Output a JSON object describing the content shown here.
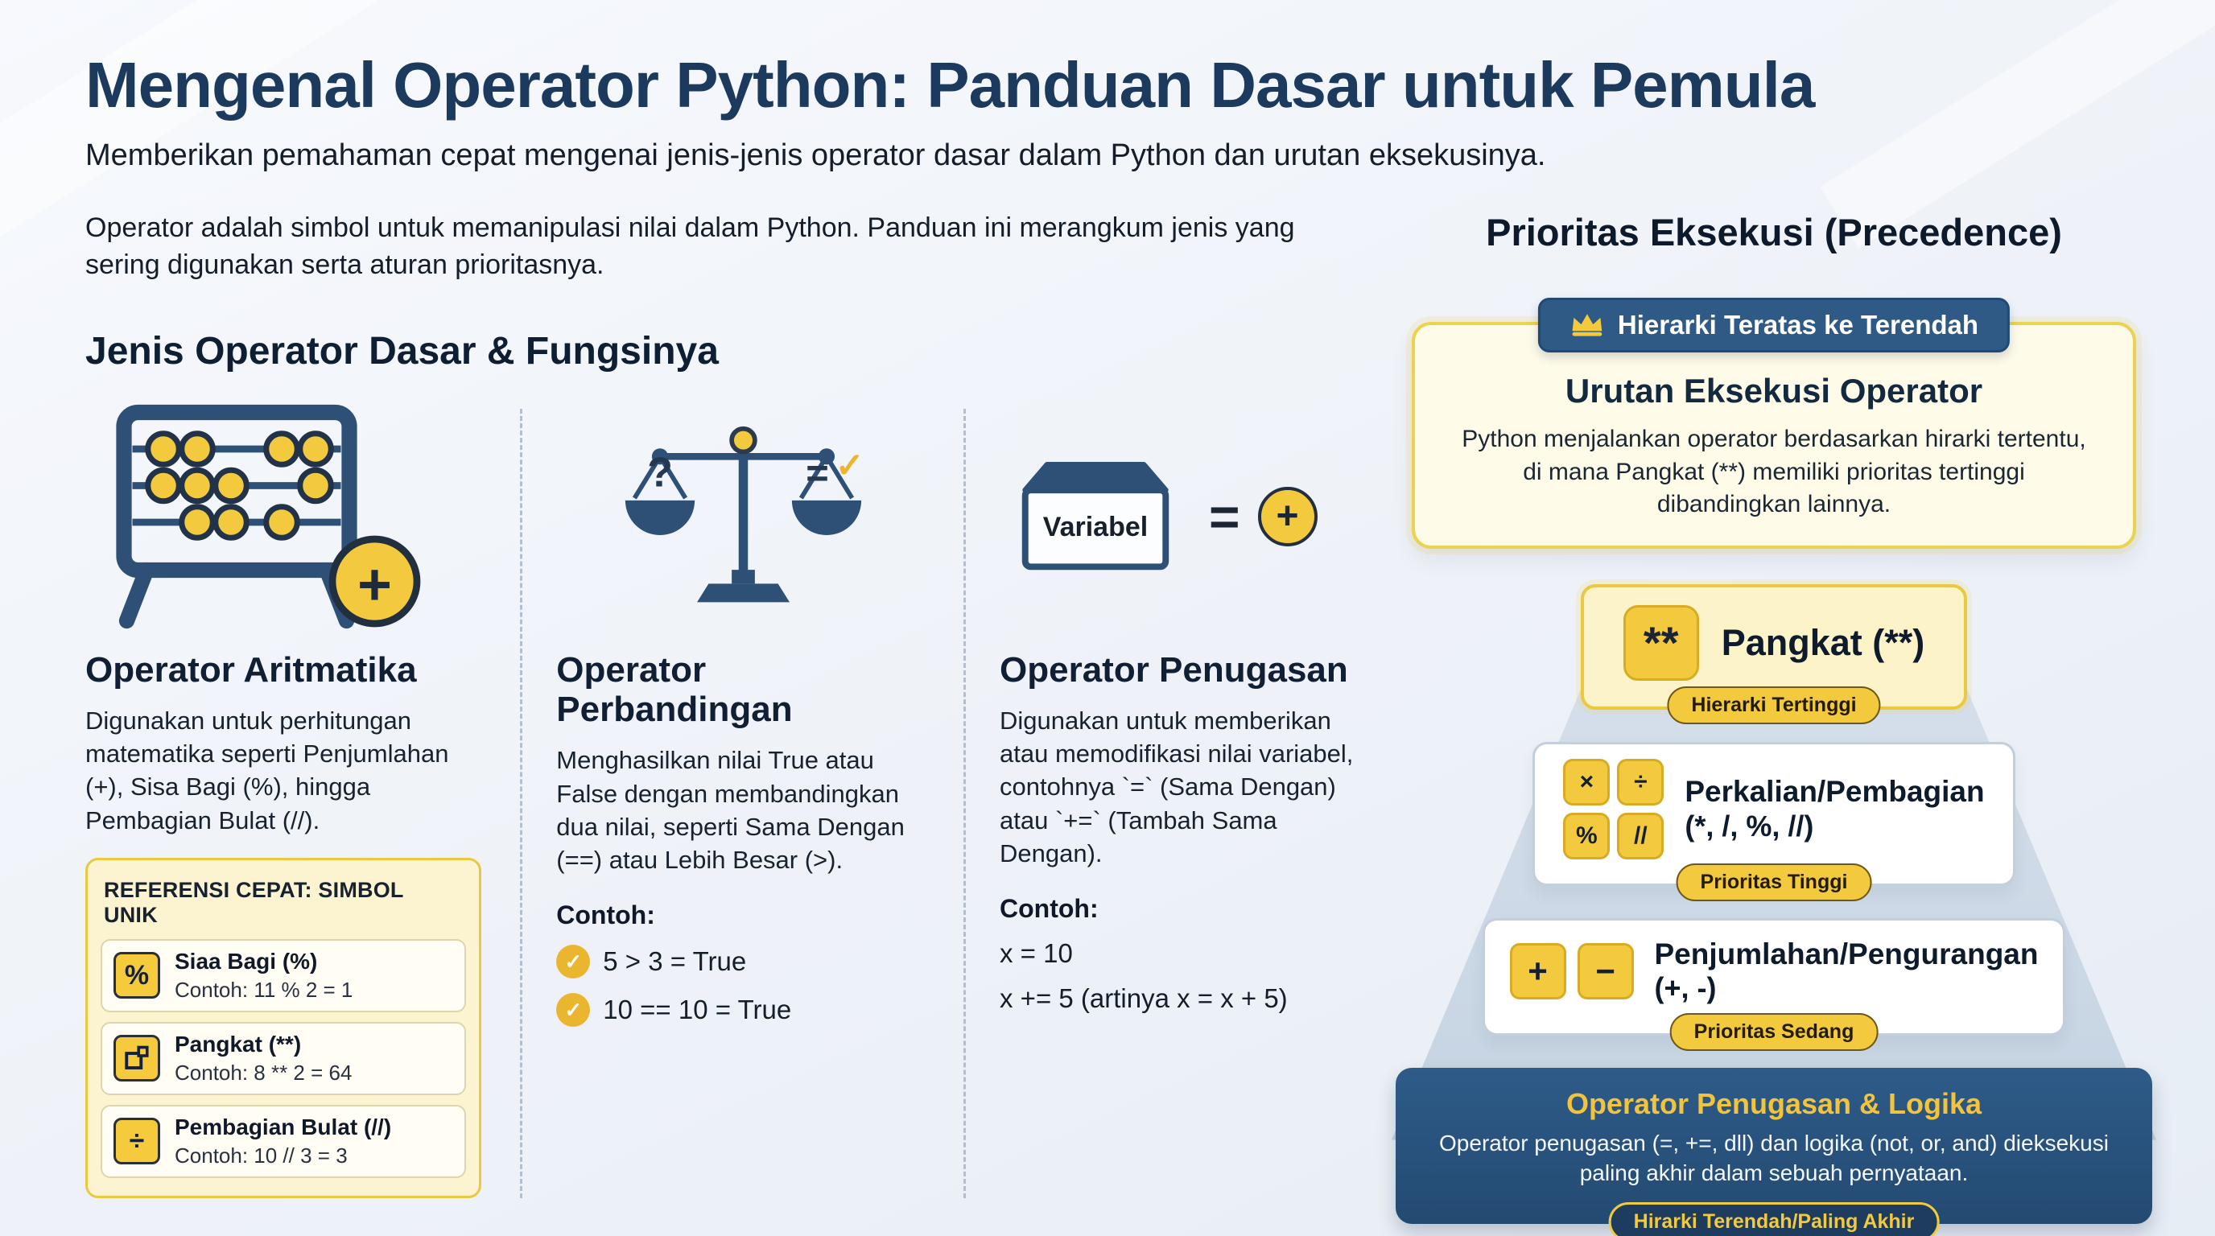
{
  "colors": {
    "navy": "#1c3a5e",
    "accent_yellow": "#f3c93e",
    "panel_dark": "#2e5b89"
  },
  "header": {
    "title": "Mengenal Operator Python: Panduan Dasar untuk Pemula",
    "subtitle": "Memberikan pemahaman cepat mengenai jenis-jenis operator dasar dalam Python dan urutan eksekusinya."
  },
  "left": {
    "intro": "Operator adalah simbol untuk memanipulasi nilai dalam Python. Panduan ini merangkum jenis yang sering digunakan serta aturan prioritasnya.",
    "heading": "Jenis Operator Dasar & Fungsinya",
    "aritmatika": {
      "title": "Operator Aritmatika",
      "description": "Digunakan untuk perhitungan matematika seperti Penjumlahan (+), Sisa Bagi (%), hingga Pembagian Bulat (//).",
      "plus_glyph": "+",
      "reference": {
        "heading": "REFERENSI CEPAT: SIMBOL UNIK",
        "items": [
          {
            "icon": "percent-icon",
            "glyph": "%",
            "name": "Siaa Bagi (%)",
            "example": "Contoh: 11 % 2 = 1"
          },
          {
            "icon": "power-square-icon",
            "glyph": "",
            "name": "Pangkat (**)",
            "example": "Contoh: 8 ** 2 = 64"
          },
          {
            "icon": "divide-icon",
            "glyph": "÷",
            "name": "Pembagian Bulat (//)",
            "example": "Contoh: 10 // 3 = 3"
          }
        ]
      }
    },
    "perbandingan": {
      "title": "Operator Perbandingan",
      "description": "Menghasilkan nilai True atau False dengan membandingkan dua nilai, seperti Sama Dengan (==) atau Lebih Besar (>).",
      "scale_left_glyph": "?",
      "scale_right_glyph": "=",
      "check_glyph": "✓",
      "example_label": "Contoh:",
      "examples": [
        "5 > 3 = True",
        "10 == 10 = True"
      ]
    },
    "penugasan": {
      "title": "Operator Penugasan",
      "description": "Digunakan untuk memberikan atau memodifikasi nilai variabel, contohnya `=` (Sama Dengan) atau `+=` (Tambah Sama Dengan).",
      "box_label": "Variabel",
      "equals_glyph": "=",
      "plus_glyph": "+",
      "example_label": "Contoh:",
      "examples": [
        "x = 10",
        "x += 5 (artinya x = x + 5)"
      ]
    }
  },
  "right": {
    "heading": "Prioritas Eksekusi (Precedence)",
    "banner": "Hierarki Teratas ke Terendah",
    "intro_card": {
      "title": "Urutan Eksekusi Operator",
      "body": "Python menjalankan operator berdasarkan hirarki tertentu, di mana Pangkat (**) memiliki prioritas tertinggi dibandingkan lainnya."
    },
    "pyramid": {
      "level1": {
        "symbol": "**",
        "label": "Pangkat (**)",
        "badge": "Hierarki Tertinggi"
      },
      "level2": {
        "symbols": [
          "×",
          "÷",
          "%",
          "//"
        ],
        "label": "Perkalian/Pembagian",
        "sublabel": "(*, /, %, //)",
        "badge": "Prioritas Tinggi"
      },
      "level3": {
        "symbols": [
          "+",
          "−"
        ],
        "label": "Penjumlahan/Pengurangan",
        "sublabel": "(+, -)",
        "badge": "Prioritas Sedang"
      },
      "level4": {
        "title": "Operator Penugasan & Logika",
        "body": "Operator penugasan (=, +=, dll) dan logika (not, or, and) dieksekusi paling akhir dalam sebuah pernyataan.",
        "badge": "Hirarki Terendah/Paling Akhir"
      }
    }
  }
}
